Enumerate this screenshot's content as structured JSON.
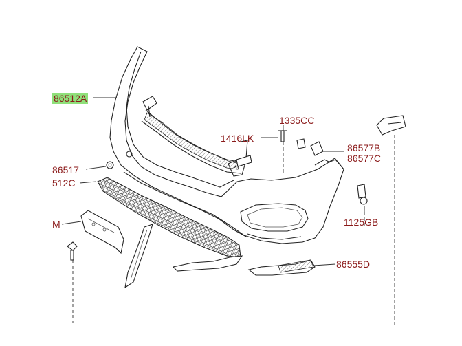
{
  "diagram": {
    "labels": {
      "bumper_cover": "86512A",
      "screw": "1335CC",
      "bolt_1416": "1416LK",
      "retainer": "86577B",
      "retainer_alt": "86577C",
      "clip": "86517",
      "grille": "512C",
      "bracket": "M",
      "bolt_1125": "1125GB",
      "lower_trim": "86555D"
    },
    "colors": {
      "label_text": "#8b1a1a",
      "highlight": "#8fe07a",
      "line": "#222222"
    }
  }
}
